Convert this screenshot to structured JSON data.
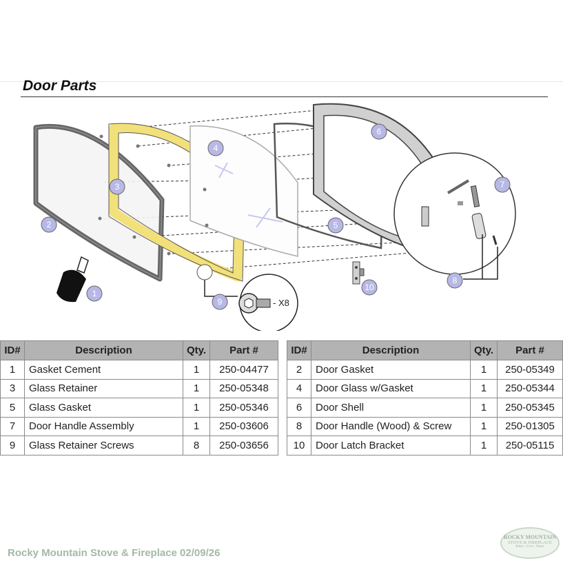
{
  "title": "Door Parts",
  "callouts": [
    "1",
    "2",
    "3",
    "4",
    "5",
    "6",
    "7",
    "8",
    "9",
    "10"
  ],
  "screw_qty_label": "- X8",
  "table_headers": {
    "id": "ID#",
    "description": "Description",
    "qty": "Qty.",
    "part": "Part #"
  },
  "left_rows": [
    {
      "id": "1",
      "description": "Gasket Cement",
      "qty": "1",
      "part": "250-04477"
    },
    {
      "id": "3",
      "description": "Glass Retainer",
      "qty": "1",
      "part": "250-05348"
    },
    {
      "id": "5",
      "description": "Glass Gasket",
      "qty": "1",
      "part": "250-05346"
    },
    {
      "id": "7",
      "description": "Door Handle Assembly",
      "qty": "1",
      "part": "250-03606"
    },
    {
      "id": "9",
      "description": "Glass Retainer Screws",
      "qty": "8",
      "part": "250-03656"
    }
  ],
  "right_rows": [
    {
      "id": "2",
      "description": "Door Gasket",
      "qty": "1",
      "part": "250-05349"
    },
    {
      "id": "4",
      "description": "Door Glass w/Gasket",
      "qty": "1",
      "part": "250-05344"
    },
    {
      "id": "6",
      "description": "Door Shell",
      "qty": "1",
      "part": "250-05345"
    },
    {
      "id": "8",
      "description": "Door Handle (Wood) & Screw",
      "qty": "1",
      "part": "250-01305"
    },
    {
      "id": "10",
      "description": "Door Latch Bracket",
      "qty": "1",
      "part": "250-05115"
    }
  ],
  "footer": "Rocky Mountain Stove & Fireplace  02/09/26",
  "logo": {
    "line1": "ROCKY MOUNTAIN",
    "line2": "STOVE & FIREPLACE",
    "line3": "Relax • Live • Warm"
  },
  "colors": {
    "retainer": "#f2e07a",
    "callout": "#b8b8e6",
    "header_bg": "#b3b3b3"
  }
}
